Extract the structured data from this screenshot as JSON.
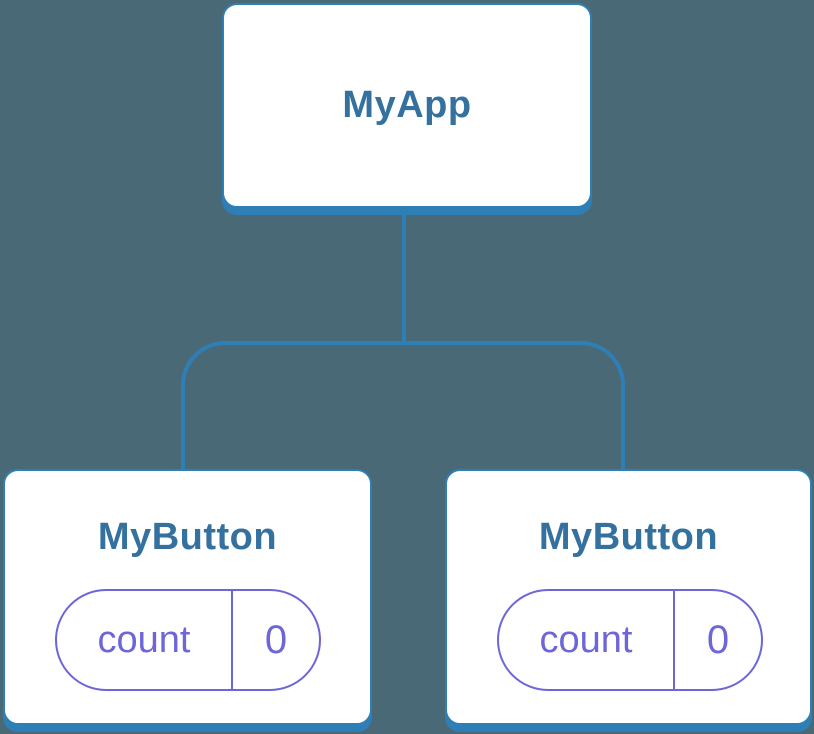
{
  "palette": {
    "background": "#4A6977",
    "line_blue": "#2F7FB7",
    "title_blue": "#35719F",
    "state_purple": "#6C66D9",
    "node_background": "#FFFFFF"
  },
  "diagram": {
    "type": "component-tree",
    "root": {
      "label": "MyApp"
    },
    "children": [
      {
        "label": "MyButton",
        "state": {
          "name": "count",
          "value": "0"
        }
      },
      {
        "label": "MyButton",
        "state": {
          "name": "count",
          "value": "0"
        }
      }
    ]
  }
}
